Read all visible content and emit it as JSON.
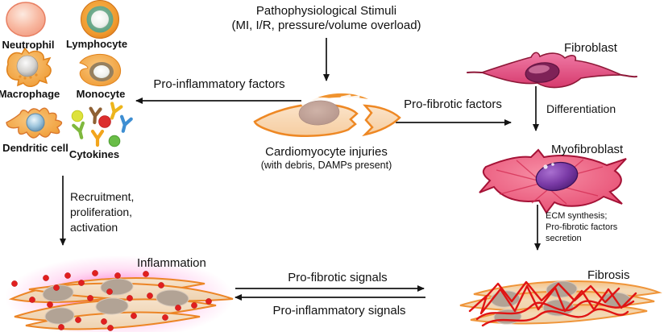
{
  "figure": {
    "type": "scientific-diagram",
    "topic": "Cardiac inflammation and fibrosis signaling pathway"
  },
  "labels": {
    "stimuli_line1": "Pathophysiological Stimuli",
    "stimuli_line2": "(MI, I/R, pressure/volume overload)",
    "pro_inflammatory_factors": "Pro-inflammatory factors",
    "pro_fibrotic_factors": "Pro-fibrotic factors",
    "cardiomyocyte_title": "Cardiomyocyte injuries",
    "cardiomyocyte_subtitle": "(with debris, DAMPs present)",
    "fibroblast": "Fibroblast",
    "differentiation": "Differentiation",
    "myofibroblast": "Myofibroblast",
    "ecm_line1": "ECM synthesis;",
    "ecm_line2": "Pro-fibrotic factors",
    "ecm_line3": "secretion",
    "fibrosis": "Fibrosis",
    "recruitment_line1": "Recruitment,",
    "recruitment_line2": "proliferation,",
    "recruitment_line3": "activation",
    "inflammation": "Inflammation",
    "pro_fibrotic_signals": "Pro-fibrotic signals",
    "pro_inflammatory_signals": "Pro-inflammatory signals",
    "neutrophil": "Neutrophil",
    "lymphocyte": "Lymphocyte",
    "macrophage": "Macrophage",
    "monocyte": "Monocyte",
    "dendritic_cell": "Dendritic cell",
    "cytokines": "Cytokines"
  },
  "palette": {
    "background": "#ffffff",
    "text": "#111111",
    "cell_orange": "#f09a2f",
    "cell_orange_dark": "#e8861f",
    "spindle_fill": "#f2dcc0",
    "neutrophil_pink": "#f49a80",
    "lymphocyte_green": "#5fa77f",
    "dendritic_nucleus_blue": "#7fa9c4",
    "gray_nucleus": "#b2a395",
    "cardio_nucleus": "#bb9a8d",
    "fibroblast_pink": "#e8538c",
    "myofibroblast_red": "#e84a6e",
    "nucleus_purple": "#6a3d9e",
    "inflammation_glow": "#ff3cb8",
    "dot_red": "#e11f1f",
    "fiber_red": "#e01414",
    "cytokine_colors": [
      "#8f6134",
      "#edb51c",
      "#3e8ed2",
      "#7fb83e",
      "#f2a51c",
      "#dde23c",
      "#dc2e2e",
      "#69bd47"
    ]
  }
}
